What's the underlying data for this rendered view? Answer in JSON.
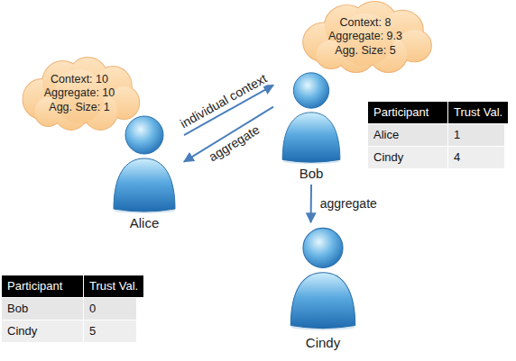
{
  "diagram": {
    "nodes": [
      {
        "text": [
          "Context: 10",
          "Aggregate: 10",
          "Agg. Size: 1"
        ]
      },
      {
        "text": [
          "Alice"
        ]
      },
      {
        "text": [
          "Context: 8",
          "Aggregate: 9.3",
          "Agg. Size: 5"
        ]
      },
      {
        "text": [
          "Bob"
        ]
      },
      {
        "text": [
          "Cindy"
        ]
      }
    ],
    "edges": [
      {
        "from": 1,
        "to": 3,
        "label": "individual context",
        "arrow": "to"
      },
      {
        "from": 3,
        "to": 1,
        "label": "aggregate",
        "arrow": "to"
      },
      {
        "from": 3,
        "to": 4,
        "label": "aggregate",
        "arrow": "to"
      }
    ],
    "labels": [
      "Participant",
      "Trust Val.",
      "Alice",
      "1",
      "Cindy",
      "4",
      "Participant",
      "Trust Val.",
      "Bob",
      "0",
      "Cindy",
      "5"
    ]
  }
}
